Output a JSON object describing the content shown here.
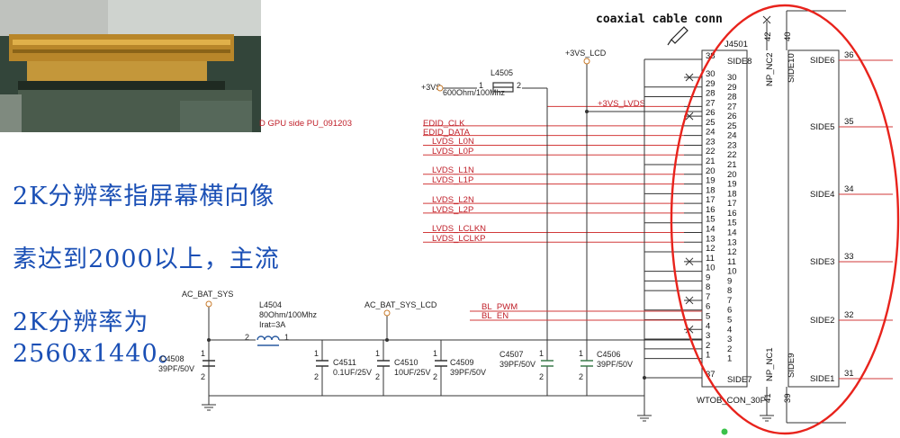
{
  "caption": {
    "lines": [
      "2K分辨率指屏幕横向像",
      "素达到2000以上，主流",
      "2K分辨率为2560x1440。"
    ]
  },
  "header": {
    "gpu_note": "D GPU side PU_091203",
    "coax_note": "coaxial cable conn"
  },
  "connector": {
    "ref": "J4501",
    "part": "WTOB_CON_30P",
    "left_pins": [
      "30",
      "29",
      "28",
      "27",
      "26",
      "25",
      "24",
      "23",
      "22",
      "21",
      "20",
      "19",
      "18",
      "17",
      "16",
      "15",
      "14",
      "13",
      "12",
      "11",
      "10",
      "9",
      "8",
      "7",
      "6",
      "5",
      "4",
      "3",
      "2",
      "1"
    ],
    "side8_num": "38",
    "side8": "SIDE8",
    "side7_num": "37",
    "side7": "SIDE7",
    "np_nc2": "NP_NC2",
    "np_nc2_num": "42",
    "side10": "SIDE10",
    "side10_num": "40",
    "np_nc1": "NP_NC1",
    "np_nc1_num": "41",
    "side9": "SIDE9",
    "side9_num": "39",
    "right_sides": [
      {
        "label": "SIDE6",
        "num": "36"
      },
      {
        "label": "SIDE5",
        "num": "35"
      },
      {
        "label": "SIDE4",
        "num": "34"
      },
      {
        "label": "SIDE3",
        "num": "33"
      },
      {
        "label": "SIDE2",
        "num": "32"
      },
      {
        "label": "SIDE1",
        "num": "31"
      }
    ]
  },
  "signals": {
    "lvds_pwr": "+3VS_LVDS",
    "edid_clk": "EDID_CLK",
    "edid_data": "EDID_DATA",
    "l0n": "LVDS_L0N",
    "l0p": "LVDS_L0P",
    "l1n": "LVDS_L1N",
    "l1p": "LVDS_L1P",
    "l2n": "LVDS_L2N",
    "l2p": "LVDS_L2P",
    "clkn": "LVDS_LCLKN",
    "clkp": "LVDS_LCLKP",
    "bl_pwm": "BL_PWM",
    "bl_en": "BL_EN"
  },
  "power": {
    "v3vs_lcd": "+3VS_LCD",
    "v3vs": "+3VS",
    "ac_bat_sys": "AC_BAT_SYS",
    "ac_bat_sys_lcd": "AC_BAT_SYS_LCD"
  },
  "parts": {
    "l4505": "L4505",
    "l4505_val": "600Ohm/100Mhz",
    "l4505_p1": "1",
    "l4505_p2": "2",
    "l4504": "L4504",
    "l4504_val": "80Ohm/100Mhz",
    "l4504_irat": "Irat=3A",
    "l4504_p2": "2",
    "l4504_p1": "1",
    "c4508": "C4508",
    "c4508_val": "39PF/50V",
    "c4511": "C4511",
    "c4511_val": "0.1UF/25V",
    "c4510": "C4510",
    "c4510_val": "10UF/25V",
    "c4509": "C4509",
    "c4509_val": "39PF/50V",
    "c4507": "C4507",
    "c4507_val": "39PF/50V",
    "c4506": "C4506",
    "c4506_val": "39PF/50V",
    "cap_pin1": "1",
    "cap_pin2": "2"
  },
  "colors": {
    "caption": "#1a4fb5",
    "signal": "#c0202a",
    "wire_red": "#d23a3a",
    "annotation": "#e8231c",
    "power": "#c87a2a",
    "wire": "#333333"
  }
}
